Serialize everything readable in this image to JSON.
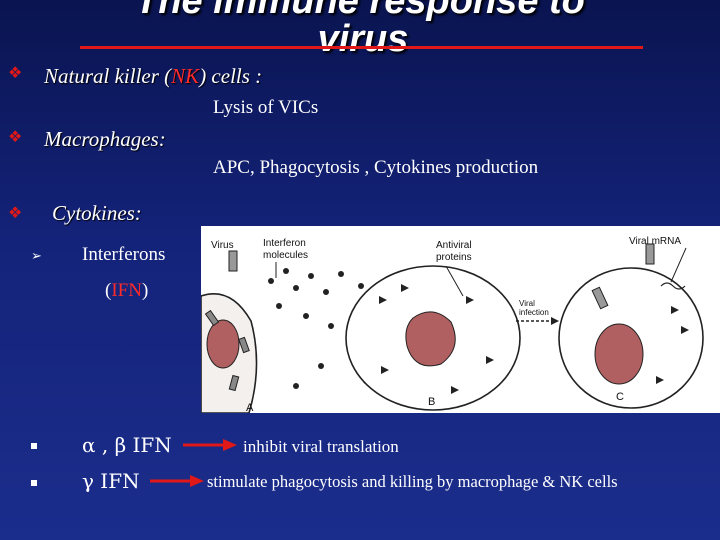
{
  "title": {
    "line1": "The immune response to",
    "line2": "virus"
  },
  "colors": {
    "background": "#14237a",
    "accent": "#e01818",
    "text": "#ffffff",
    "highlight": "#ff2a2a"
  },
  "bullets": {
    "nk": {
      "icon": "diamond-bullet-icon",
      "prefix": "Natural killer (",
      "abbr": "NK",
      "suffix": ") cells :",
      "detail": "Lysis of VICs"
    },
    "macrophages": {
      "icon": "diamond-bullet-icon",
      "label": "Macrophages:",
      "detail": "APC, Phagocytosis , Cytokines production"
    },
    "cytokines": {
      "icon": "diamond-bullet-icon",
      "label": "Cytokines:",
      "sub": {
        "icon": "arrow-bullet-icon",
        "text": "Interferons",
        "paren_open": "(",
        "abbr": "IFN",
        "paren_close": ")"
      }
    }
  },
  "figure": {
    "labels": {
      "virus": "Virus",
      "interferon_1": "Interferon",
      "interferon_2": "molecules",
      "antiviral_1": "Antiviral",
      "antiviral_2": "proteins",
      "viral_infection_1": "Viral",
      "viral_infection_2": "infection",
      "viral_mrna": "Viral mRNA",
      "panel_a": "A",
      "panel_b": "B",
      "panel_c": "C"
    }
  },
  "effects": [
    {
      "icon": "square-bullet-icon",
      "label": "α , β IFN",
      "action": "inhibit viral translation",
      "arrow": "red-arrow-icon"
    },
    {
      "icon": "square-bullet-icon",
      "label": "γ IFN",
      "action": "stimulate  phagocytosis and killing by  macrophage & NK cells",
      "arrow": "red-arrow-icon"
    }
  ]
}
